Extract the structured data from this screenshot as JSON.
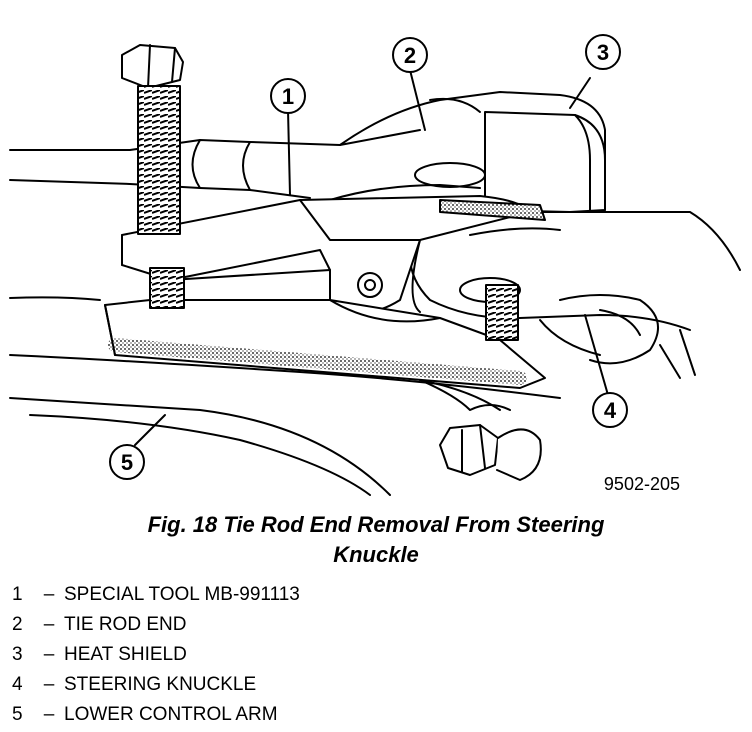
{
  "figure": {
    "callouts": [
      "1",
      "2",
      "3",
      "4",
      "5"
    ],
    "image_code": "9502-205"
  },
  "caption": {
    "line1": "Fig. 18 Tie Rod End Removal From Steering",
    "line2": "Knuckle"
  },
  "legend": [
    {
      "num": "1",
      "dash": "–",
      "text": "SPECIAL TOOL MB-991113"
    },
    {
      "num": "2",
      "dash": "–",
      "text": "TIE ROD END"
    },
    {
      "num": "3",
      "dash": "–",
      "text": "HEAT SHIELD"
    },
    {
      "num": "4",
      "dash": "–",
      "text": "STEERING KNUCKLE"
    },
    {
      "num": "5",
      "dash": "–",
      "text": "LOWER CONTROL ARM"
    }
  ]
}
